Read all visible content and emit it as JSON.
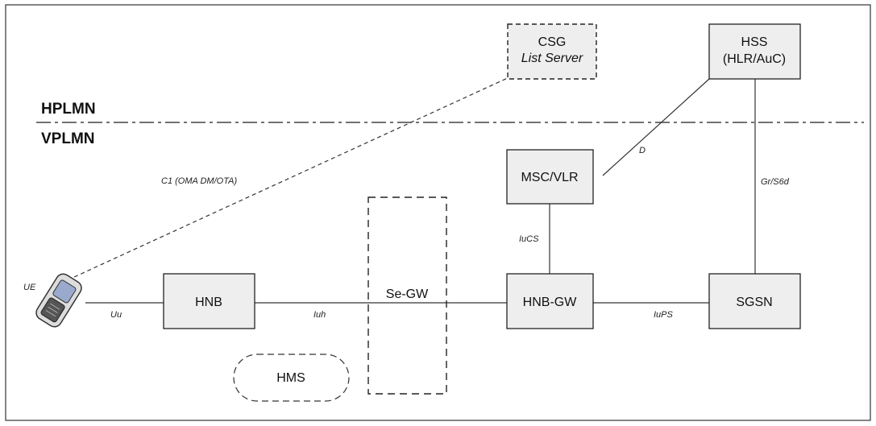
{
  "regions": {
    "upper": "HPLMN",
    "lower": "VPLMN"
  },
  "nodes": {
    "csg_line1": "CSG",
    "csg_line2": "List Server",
    "hss_line1": "HSS",
    "hss_line2": "(HLR/AuC)",
    "msc": "MSC/VLR",
    "hnb": "HNB",
    "segw": "Se-GW",
    "hnbgw": "HNB-GW",
    "sgsn": "SGSN",
    "hms": "HMS",
    "ue": "UE"
  },
  "interfaces": {
    "c1": "C1 (OMA DM/OTA)",
    "d": "D",
    "gr": "Gr/S6d",
    "iucs": "IuCS",
    "uu": "Uu",
    "iuh": "Iuh",
    "iups": "IuPS"
  },
  "colors": {
    "box_fill": "#eeeeee",
    "stroke": "#222222",
    "phone_screen": "#9aaacc"
  }
}
